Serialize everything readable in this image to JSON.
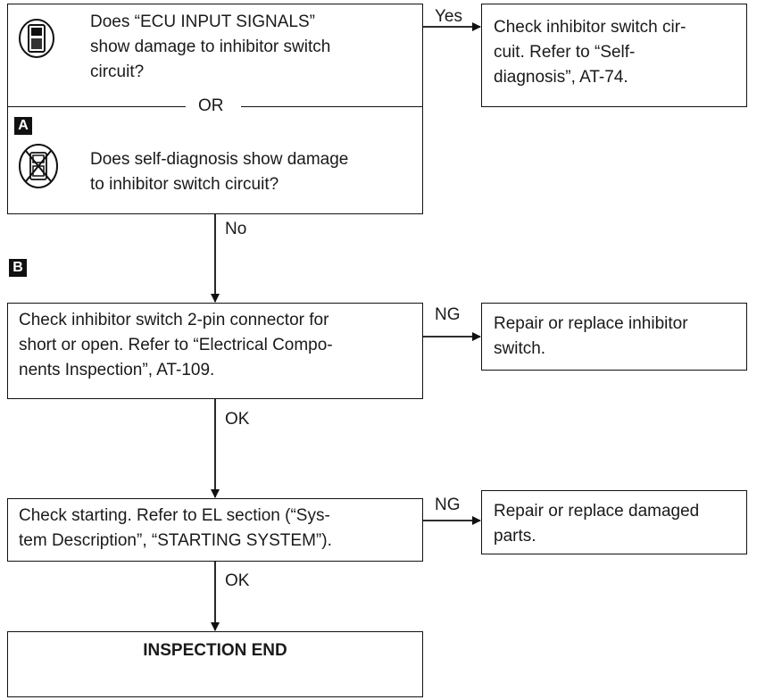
{
  "step1": {
    "question_a": "Does “ECU INPUT SIGNALS”\nshow damage to inhibitor switch\ncircuit?",
    "or_label": "OR",
    "badge": "A",
    "question_b": "Does self-diagnosis show damage\nto inhibitor switch circuit?",
    "yes_label": "Yes",
    "no_label": "No",
    "yes_action": "Check inhibitor switch cir-\ncuit. Refer to “Self-\ndiagnosis”, AT-74.",
    "icons": [
      "consult-tester-icon",
      "no-tester-icon"
    ]
  },
  "step2": {
    "badge": "B",
    "text": "Check inhibitor switch 2-pin connector for\nshort or open. Refer to “Electrical Compo-\nnents Inspection”, AT-109.",
    "ng_label": "NG",
    "ng_action": "Repair or replace inhibitor\nswitch.",
    "ok_label": "OK"
  },
  "step3": {
    "text": "Check starting. Refer to EL section (“Sys-\ntem Description”, “STARTING SYSTEM”).",
    "ng_label": "NG",
    "ng_action": "Repair or replace damaged\nparts.",
    "ok_label": "OK"
  },
  "end": {
    "text": "INSPECTION END"
  }
}
